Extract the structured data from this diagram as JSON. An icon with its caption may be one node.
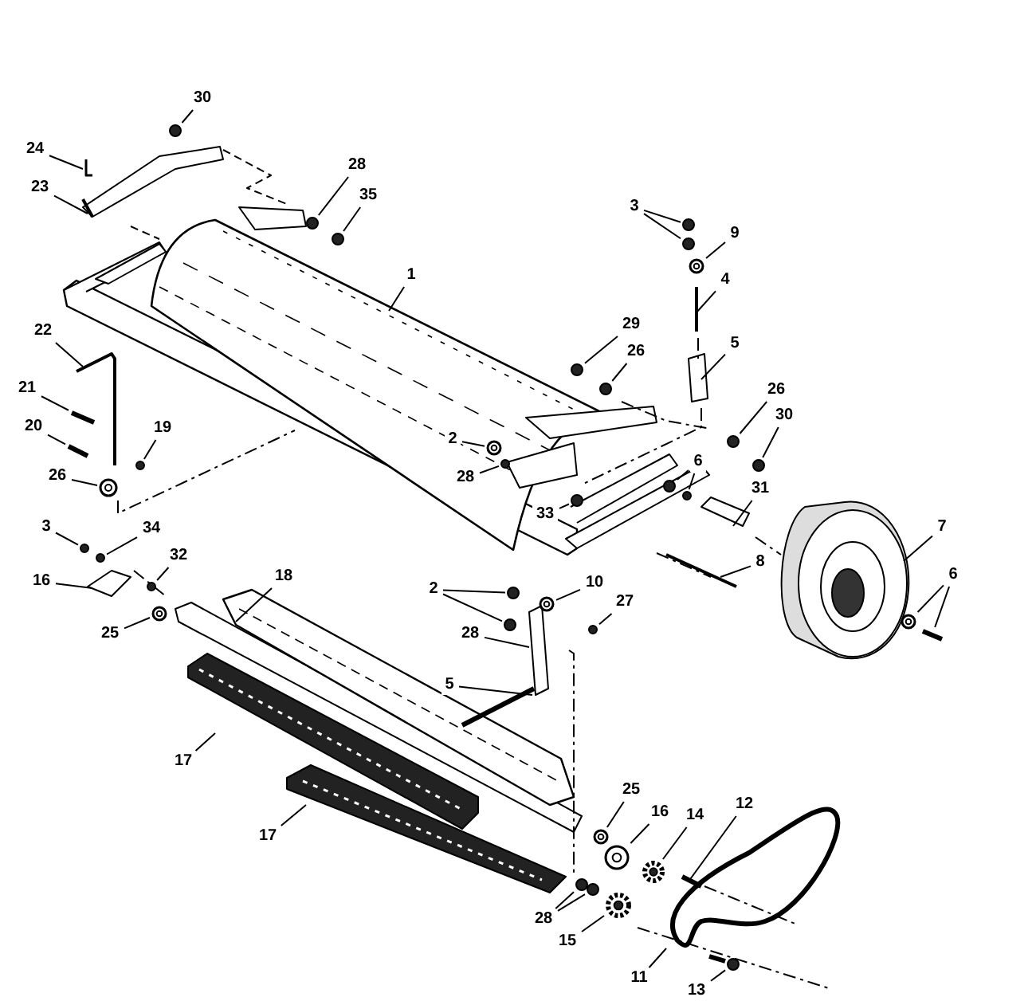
{
  "diagram": {
    "nodes": [
      {
        "text": [
          "30"
        ]
      },
      {
        "text": [
          "24"
        ]
      },
      {
        "text": [
          "23"
        ]
      },
      {
        "text": [
          "28"
        ]
      },
      {
        "text": [
          "35"
        ]
      },
      {
        "text": [
          "1"
        ]
      },
      {
        "text": [
          "3"
        ]
      },
      {
        "text": [
          "9"
        ]
      },
      {
        "text": [
          "4"
        ]
      },
      {
        "text": [
          "29"
        ]
      },
      {
        "text": [
          "26"
        ]
      },
      {
        "text": [
          "5"
        ]
      },
      {
        "text": [
          "22"
        ]
      },
      {
        "text": [
          "21"
        ]
      },
      {
        "text": [
          "20"
        ]
      },
      {
        "text": [
          "19"
        ]
      },
      {
        "text": [
          "26"
        ]
      },
      {
        "text": [
          "2"
        ]
      },
      {
        "text": [
          "28"
        ]
      },
      {
        "text": [
          "26"
        ]
      },
      {
        "text": [
          "30"
        ]
      },
      {
        "text": [
          "6"
        ]
      },
      {
        "text": [
          "31"
        ]
      },
      {
        "text": [
          "33"
        ]
      },
      {
        "text": [
          "7"
        ]
      },
      {
        "text": [
          "8"
        ]
      },
      {
        "text": [
          "6"
        ]
      },
      {
        "text": [
          "3"
        ]
      },
      {
        "text": [
          "34"
        ]
      },
      {
        "text": [
          "32"
        ]
      },
      {
        "text": [
          "16"
        ]
      },
      {
        "text": [
          "18"
        ]
      },
      {
        "text": [
          "25"
        ]
      },
      {
        "text": [
          "2"
        ]
      },
      {
        "text": [
          "10"
        ]
      },
      {
        "text": [
          "27"
        ]
      },
      {
        "text": [
          "28"
        ]
      },
      {
        "text": [
          "5"
        ]
      },
      {
        "text": [
          "17"
        ]
      },
      {
        "text": [
          "17"
        ]
      },
      {
        "text": [
          "25"
        ]
      },
      {
        "text": [
          "16"
        ]
      },
      {
        "text": [
          "14"
        ]
      },
      {
        "text": [
          "12"
        ]
      },
      {
        "text": [
          "28"
        ]
      },
      {
        "text": [
          "15"
        ]
      },
      {
        "text": [
          "11"
        ]
      },
      {
        "text": [
          "13"
        ]
      },
      {
        "text": [],
        "shape": "circle"
      },
      {
        "text": [],
        "shape": "circle"
      },
      {
        "text": [],
        "shape": "circle"
      },
      {
        "text": [],
        "shape": "circle"
      },
      {
        "text": [],
        "shape": "circle"
      },
      {
        "text": [],
        "shape": "ring"
      },
      {
        "text": [],
        "shape": "circle"
      },
      {
        "text": [],
        "shape": "circle"
      },
      {
        "text": [],
        "shape": "circle"
      },
      {
        "text": [],
        "shape": "ring"
      },
      {
        "text": [],
        "shape": "ring"
      },
      {
        "text": [],
        "shape": "circle"
      },
      {
        "text": [],
        "shape": "circle"
      },
      {
        "text": [],
        "shape": "circle"
      },
      {
        "text": [],
        "shape": "circle"
      },
      {
        "text": [],
        "shape": "circle"
      },
      {
        "text": [],
        "shape": "ring"
      },
      {
        "text": [],
        "shape": "circle"
      },
      {
        "text": [],
        "shape": "circle"
      },
      {
        "text": [],
        "shape": "circle"
      },
      {
        "text": [],
        "shape": "ring"
      },
      {
        "text": [],
        "shape": "circle"
      },
      {
        "text": [],
        "shape": "circle"
      },
      {
        "text": [],
        "shape": "ring"
      },
      {
        "text": [],
        "shape": "circle"
      },
      {
        "text": [],
        "shape": "ring"
      },
      {
        "text": [],
        "shape": "ring"
      },
      {
        "text": [],
        "shape": "gear"
      },
      {
        "text": [],
        "shape": "circle"
      },
      {
        "text": [],
        "shape": "circle"
      },
      {
        "text": [],
        "shape": "gear"
      },
      {
        "text": [],
        "shape": "circle"
      },
      {
        "text": [],
        "shape": "bar"
      },
      {
        "text": [],
        "shape": "bar"
      },
      {
        "text": [],
        "shape": "circle"
      },
      {
        "text": [],
        "shape": "bar"
      }
    ],
    "edges": [
      {
        "from": 0,
        "to": 48,
        "arrow": "none"
      },
      {
        "from": 1,
        "to": null,
        "arrow": "none"
      },
      {
        "from": 2,
        "to": null,
        "arrow": "none"
      },
      {
        "from": 3,
        "to": 49,
        "arrow": "none"
      },
      {
        "from": 4,
        "to": 50,
        "arrow": "none"
      },
      {
        "from": 5,
        "to": null,
        "arrow": "none"
      },
      {
        "from": 6,
        "to": 51,
        "arrow": "none"
      },
      {
        "from": 6,
        "to": 52,
        "arrow": "none"
      },
      {
        "from": 7,
        "to": 53,
        "arrow": "none"
      },
      {
        "from": 8,
        "to": null,
        "arrow": "none"
      },
      {
        "from": 9,
        "to": 54,
        "arrow": "none"
      },
      {
        "from": 10,
        "to": 55,
        "arrow": "none"
      },
      {
        "from": 11,
        "to": null,
        "arrow": "none"
      },
      {
        "from": 12,
        "to": null,
        "arrow": "none"
      },
      {
        "from": 13,
        "to": 80,
        "arrow": "none"
      },
      {
        "from": 14,
        "to": 81,
        "arrow": "none"
      },
      {
        "from": 15,
        "to": 56,
        "arrow": "none"
      },
      {
        "from": 16,
        "to": 57,
        "arrow": "none"
      },
      {
        "from": 17,
        "to": 58,
        "arrow": "none"
      },
      {
        "from": 18,
        "to": 82,
        "arrow": "none"
      },
      {
        "from": 19,
        "to": 59,
        "arrow": "none"
      },
      {
        "from": 20,
        "to": 60,
        "arrow": "none"
      },
      {
        "from": 21,
        "to": 61,
        "arrow": "none"
      },
      {
        "from": 21,
        "to": 62,
        "arrow": "none"
      },
      {
        "from": 22,
        "to": null,
        "arrow": "none"
      },
      {
        "from": 23,
        "to": 63,
        "arrow": "none"
      },
      {
        "from": 24,
        "to": null,
        "arrow": "none"
      },
      {
        "from": 25,
        "to": null,
        "arrow": "none"
      },
      {
        "from": 26,
        "to": 64,
        "arrow": "none"
      },
      {
        "from": 26,
        "to": 83,
        "arrow": "none"
      },
      {
        "from": 27,
        "to": 65,
        "arrow": "none"
      },
      {
        "from": 28,
        "to": 66,
        "arrow": "none"
      },
      {
        "from": 29,
        "to": 67,
        "arrow": "none"
      },
      {
        "from": 30,
        "to": null,
        "arrow": "none"
      },
      {
        "from": 31,
        "to": null,
        "arrow": "none"
      },
      {
        "from": 32,
        "to": 68,
        "arrow": "none"
      },
      {
        "from": 33,
        "to": 69,
        "arrow": "none"
      },
      {
        "from": 33,
        "to": 70,
        "arrow": "none"
      },
      {
        "from": 34,
        "to": 71,
        "arrow": "none"
      },
      {
        "from": 35,
        "to": 72,
        "arrow": "none"
      },
      {
        "from": 36,
        "to": null,
        "arrow": "none"
      },
      {
        "from": 37,
        "to": null,
        "arrow": "none"
      },
      {
        "from": 38,
        "to": null,
        "arrow": "none"
      },
      {
        "from": 39,
        "to": null,
        "arrow": "none"
      },
      {
        "from": 40,
        "to": 73,
        "arrow": "none"
      },
      {
        "from": 41,
        "to": 74,
        "arrow": "none"
      },
      {
        "from": 42,
        "to": 75,
        "arrow": "none"
      },
      {
        "from": 43,
        "to": null,
        "arrow": "none"
      },
      {
        "from": 44,
        "to": 76,
        "arrow": "none"
      },
      {
        "from": 44,
        "to": 77,
        "arrow": "none"
      },
      {
        "from": 45,
        "to": 78,
        "arrow": "none"
      },
      {
        "from": 46,
        "to": null,
        "arrow": "none"
      },
      {
        "from": 47,
        "to": 79,
        "arrow": "none"
      }
    ]
  }
}
